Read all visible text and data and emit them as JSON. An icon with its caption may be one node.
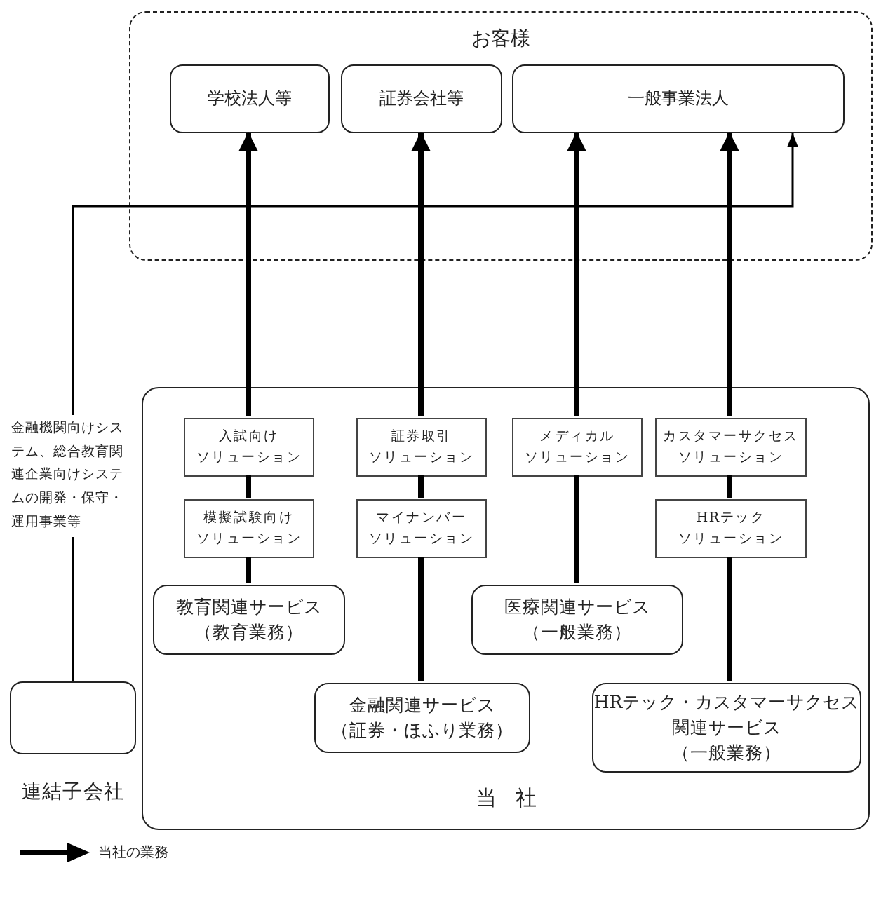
{
  "diagram": {
    "nodes": [
      {
        "text": [
          "お客様"
        ]
      },
      {
        "text": [
          "学校法人等"
        ],
        "in": 0
      },
      {
        "text": [
          "証券会社等"
        ],
        "in": 0
      },
      {
        "text": [
          "一般事業法人"
        ],
        "in": 0
      },
      {
        "text": [
          "当社"
        ]
      },
      {
        "text": [
          "入試向けソリューション"
        ],
        "in": 4
      },
      {
        "text": [
          "模擬試験向けソリューション"
        ],
        "in": 4
      },
      {
        "text": [
          "教育関連サービス（教育業務）"
        ],
        "in": 4
      },
      {
        "text": [
          "証券取引ソリューション"
        ],
        "in": 4
      },
      {
        "text": [
          "マイナンバーソリューション"
        ],
        "in": 4
      },
      {
        "text": [
          "金融関連サービス（証券・ほふり業務）"
        ],
        "in": 4
      },
      {
        "text": [
          "メディカルソリューション"
        ],
        "in": 4
      },
      {
        "text": [
          "医療関連サービス（一般業務）"
        ],
        "in": 4
      },
      {
        "text": [
          "カスタマーサクセスソリューション"
        ],
        "in": 4
      },
      {
        "text": [
          "HRテックソリューション"
        ],
        "in": 4
      },
      {
        "text": [
          "HRテック・カスタマーサクセス関連サービス（一般業務）"
        ],
        "in": 4
      },
      {
        "text": [],
        "shape": "box",
        "beside": [
          "連結子会社"
        ]
      }
    ],
    "edges": [
      {
        "from": 7,
        "to": 6,
        "arrow": "none"
      },
      {
        "from": 6,
        "to": 5,
        "arrow": "none"
      },
      {
        "from": 5,
        "to": 1,
        "arrow": "to"
      },
      {
        "from": 10,
        "to": 9,
        "arrow": "none"
      },
      {
        "from": 9,
        "to": 8,
        "arrow": "none"
      },
      {
        "from": 8,
        "to": 2,
        "arrow": "to"
      },
      {
        "from": 12,
        "to": 11,
        "arrow": "none"
      },
      {
        "from": 11,
        "to": 3,
        "arrow": "to"
      },
      {
        "from": 15,
        "to": 14,
        "arrow": "none"
      },
      {
        "from": 14,
        "to": 13,
        "arrow": "none"
      },
      {
        "from": 13,
        "to": 3,
        "arrow": "to"
      },
      {
        "from": 16,
        "to": 3,
        "arrow": "to",
        "label": "金融機関向けシステム、総合教育関連企業向けシステムの開発・保守・運用事業等"
      }
    ],
    "legend": [
      {
        "text": "当社の業務"
      }
    ]
  }
}
